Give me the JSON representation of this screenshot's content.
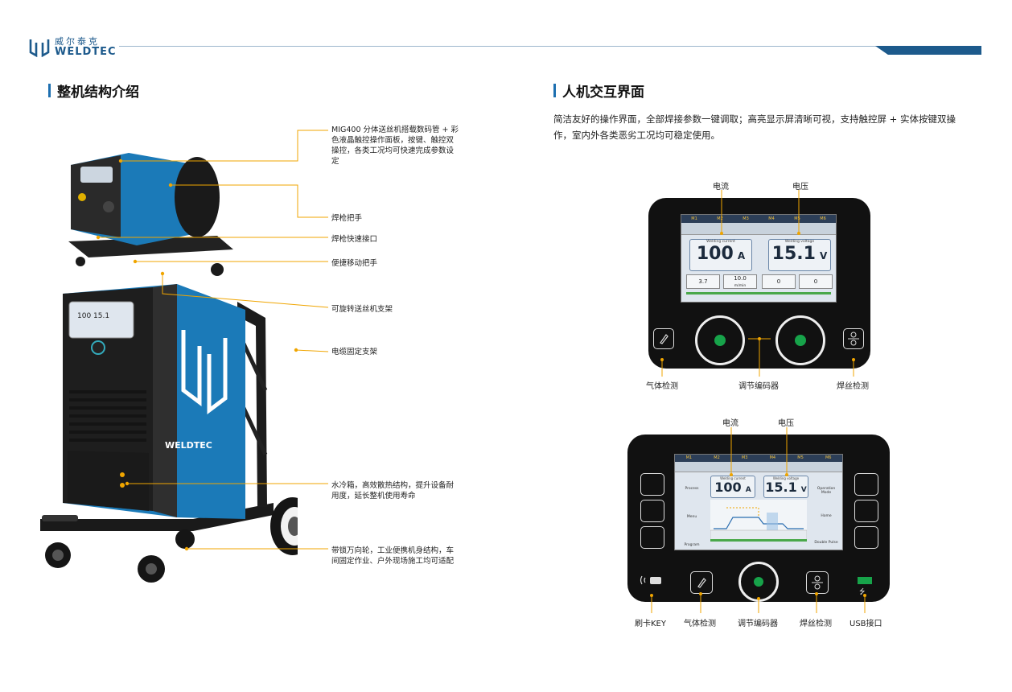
{
  "header": {
    "brand_cn": "威尔泰克",
    "brand_en": "WELDTEC"
  },
  "left_section": {
    "title": "整机结构介绍",
    "machine_brand": "WELDTEC",
    "callouts": [
      "MIG400 分体送丝机搭载数码管 + 彩色液晶触控操作面板，按键、触控双操控，各类工况均可快速完成参数设定",
      "焊枪把手",
      "焊枪快速接口",
      "便捷移动把手",
      "可旋转送丝机支架",
      "电缆固定支架",
      "水冷箱，高效散热结构，提升设备耐用度，延长整机使用寿命",
      "带锁万向轮，工业便携机身结构，车间固定作业、户外现场施工均可适配"
    ]
  },
  "right_section": {
    "title": "人机交互界面",
    "description": "简洁友好的操作界面，全部焊接参数一键调取；高亮显示屏清晰可视，支持触控屏 + 实体按键双操作，室内外各类恶劣工况均可稳定使用。",
    "panel1": {
      "label_current": "电流",
      "label_voltage": "电压",
      "label_gas": "气体检测",
      "label_encoder": "调节编码器",
      "label_wire": "焊丝检测",
      "tabs": [
        "M1",
        "M2",
        "M3",
        "M4",
        "M5",
        "M6"
      ],
      "current_caption": "Welding current",
      "current_value": "100",
      "current_unit": "A",
      "voltage_caption": "Welding voltage",
      "voltage_value": "15.1",
      "voltage_unit": "V",
      "param1": "3.7",
      "param2": "10.0",
      "param2_unit": "m/min",
      "param3": "0",
      "param4": "0"
    },
    "panel2": {
      "label_current": "电流",
      "label_voltage": "电压",
      "label_key": "刷卡KEY",
      "label_gas": "气体检测",
      "label_encoder": "调节编码器",
      "label_wire": "焊丝检测",
      "label_usb": "USB接口",
      "tabs": [
        "M1",
        "M2",
        "M3",
        "M4",
        "M5",
        "M6"
      ],
      "current_caption": "Welding current",
      "current_value": "100",
      "current_unit": "A",
      "voltage_caption": "Welding voltage",
      "voltage_value": "15.1",
      "voltage_unit": "V",
      "side_left": [
        "Process",
        "Menu",
        "Program"
      ],
      "side_right": [
        "Operation Mode",
        "Home",
        "Double Pulse"
      ]
    }
  },
  "colors": {
    "brand_blue": "#1d5a8c",
    "machine_blue": "#1b7ab8",
    "callout_orange": "#f0a500",
    "knob_green": "#17a34a"
  }
}
